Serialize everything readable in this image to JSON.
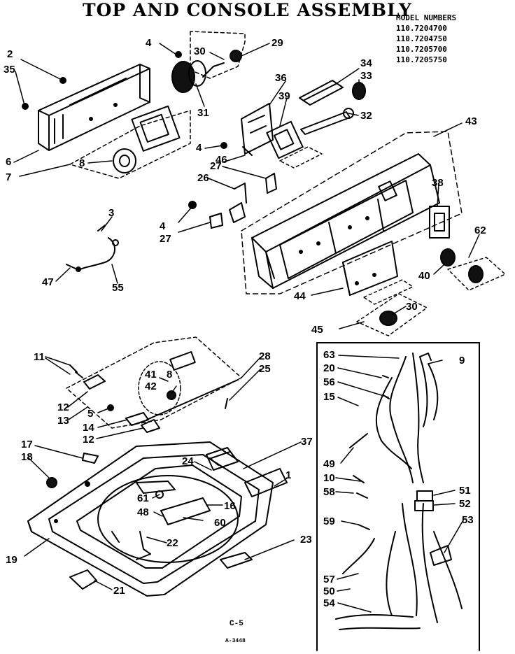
{
  "title": "TOP AND CONSOLE ASSEMBLY",
  "model_header": "MODEL NUMBERS",
  "model_numbers": [
    "110.7204700",
    "110.7204750",
    "110.7205700",
    "110.7205750"
  ],
  "page_code": "C-5",
  "drawing_no": "A-3448",
  "parts": {
    "p1": "1",
    "p2": "2",
    "p3": "3",
    "p4a": "4",
    "p4b": "4",
    "p4c": "4",
    "p5": "5",
    "p6": "6",
    "p7": "7",
    "p8a": "8",
    "p8b": "8",
    "p9": "9",
    "p10": "10",
    "p11": "11",
    "p12a": "12",
    "p12b": "12",
    "p13": "13",
    "p14": "14",
    "p15": "15",
    "p16": "16",
    "p17": "17",
    "p18": "18",
    "p19": "19",
    "p20": "20",
    "p21": "21",
    "p22": "22",
    "p23": "23",
    "p24": "24",
    "p25": "25",
    "p26": "26",
    "p27a": "27",
    "p27b": "27",
    "p28": "28",
    "p29": "29",
    "p30a": "30",
    "p30b": "30",
    "p31": "31",
    "p32": "32",
    "p33": "33",
    "p34": "34",
    "p35": "35",
    "p36": "36",
    "p37": "37",
    "p38": "38",
    "p39": "39",
    "p40": "40",
    "p41": "41",
    "p42": "42",
    "p43": "43",
    "p44": "44",
    "p45": "45",
    "p46": "46",
    "p47": "47",
    "p48": "48",
    "p49": "49",
    "p50": "50",
    "p51": "51",
    "p52": "52",
    "p53": "53",
    "p54": "54",
    "p55": "55",
    "p56": "56",
    "p57": "57",
    "p58": "58",
    "p59": "59",
    "p60": "60",
    "p61": "61",
    "p62": "62",
    "p63": "63"
  }
}
